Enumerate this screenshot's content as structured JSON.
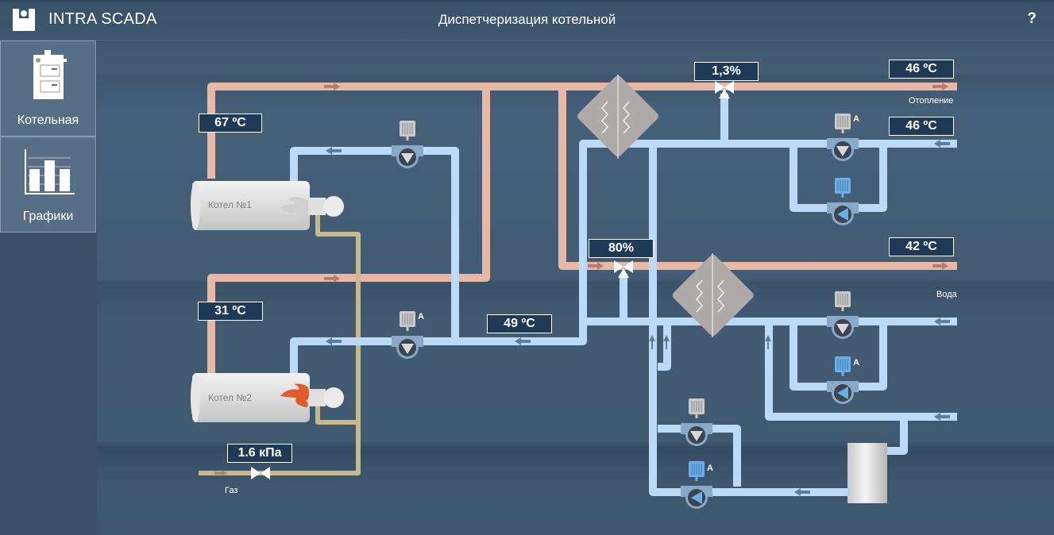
{
  "header": {
    "app_name": "INTRA SCADA",
    "page_title": "Диспетчеризация котельной",
    "help_label": "?"
  },
  "sidebar": {
    "items": [
      {
        "label": "Котельная",
        "icon": "boiler-icon",
        "active": true
      },
      {
        "label": "Графики",
        "icon": "bar-chart-icon",
        "active": false
      }
    ]
  },
  "diagram": {
    "readouts": {
      "boiler1_supply_temp": "67 ºC",
      "boiler2_supply_temp": "31 ºC",
      "return_temp": "49 ºC",
      "gas_pressure": "1.6 кПа",
      "heating_valve_opening": "1,3%",
      "heating_supply_temp": "46 ºC",
      "heating_return_temp": "46 ºC",
      "water_valve_opening": "80%",
      "water_supply_temp": "42 ºC"
    },
    "labels": {
      "boiler1": "Котел №1",
      "boiler2": "Котел №2",
      "heating": "Отопление",
      "water": "Вода",
      "gas": "Газ",
      "auto_mark": "A"
    },
    "colors": {
      "hot_pipe": "#e8b8a6",
      "cold_pipe": "#bcdaf5",
      "gas_pipe": "#c8b98a",
      "flame_active": "#e35a2c",
      "pump_active": "#6aaee8",
      "readout_bg": "#1e3a56"
    }
  }
}
